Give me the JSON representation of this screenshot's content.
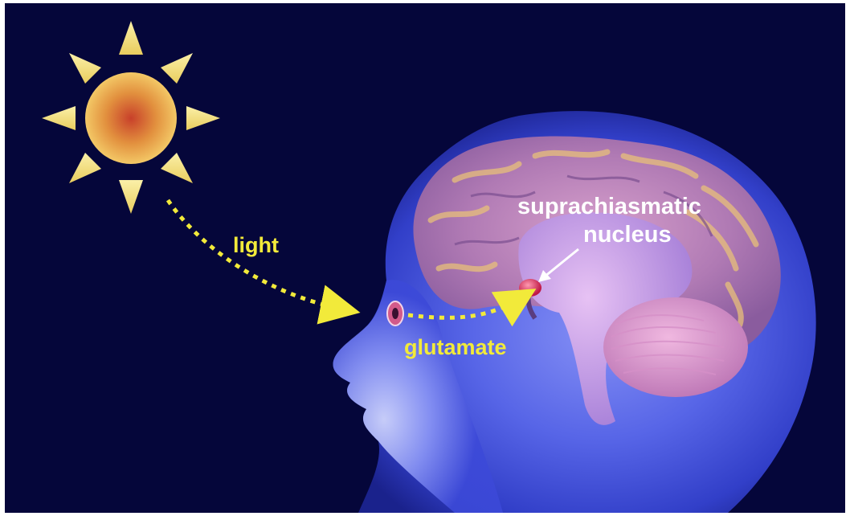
{
  "labels": {
    "light": "light",
    "glutamate": "glutamate",
    "scn_line1": "suprachiasmatic",
    "scn_line2": "nucleus"
  },
  "colors": {
    "background": "#05063a",
    "arrow": "#f2ea3a",
    "label_yellow": "#f2ea3a",
    "label_white": "#ffffff",
    "sun_core": "#c8402a",
    "sun_edge": "#f3c866",
    "sun_rays": "#f7e89a",
    "head": "#4f5fe8",
    "brain": "#c88ad0",
    "nucleus": "#e0305a"
  },
  "icons": [
    "sun-icon",
    "head-silhouette",
    "brain-illustration",
    "eye-icon",
    "nucleus-marker"
  ]
}
